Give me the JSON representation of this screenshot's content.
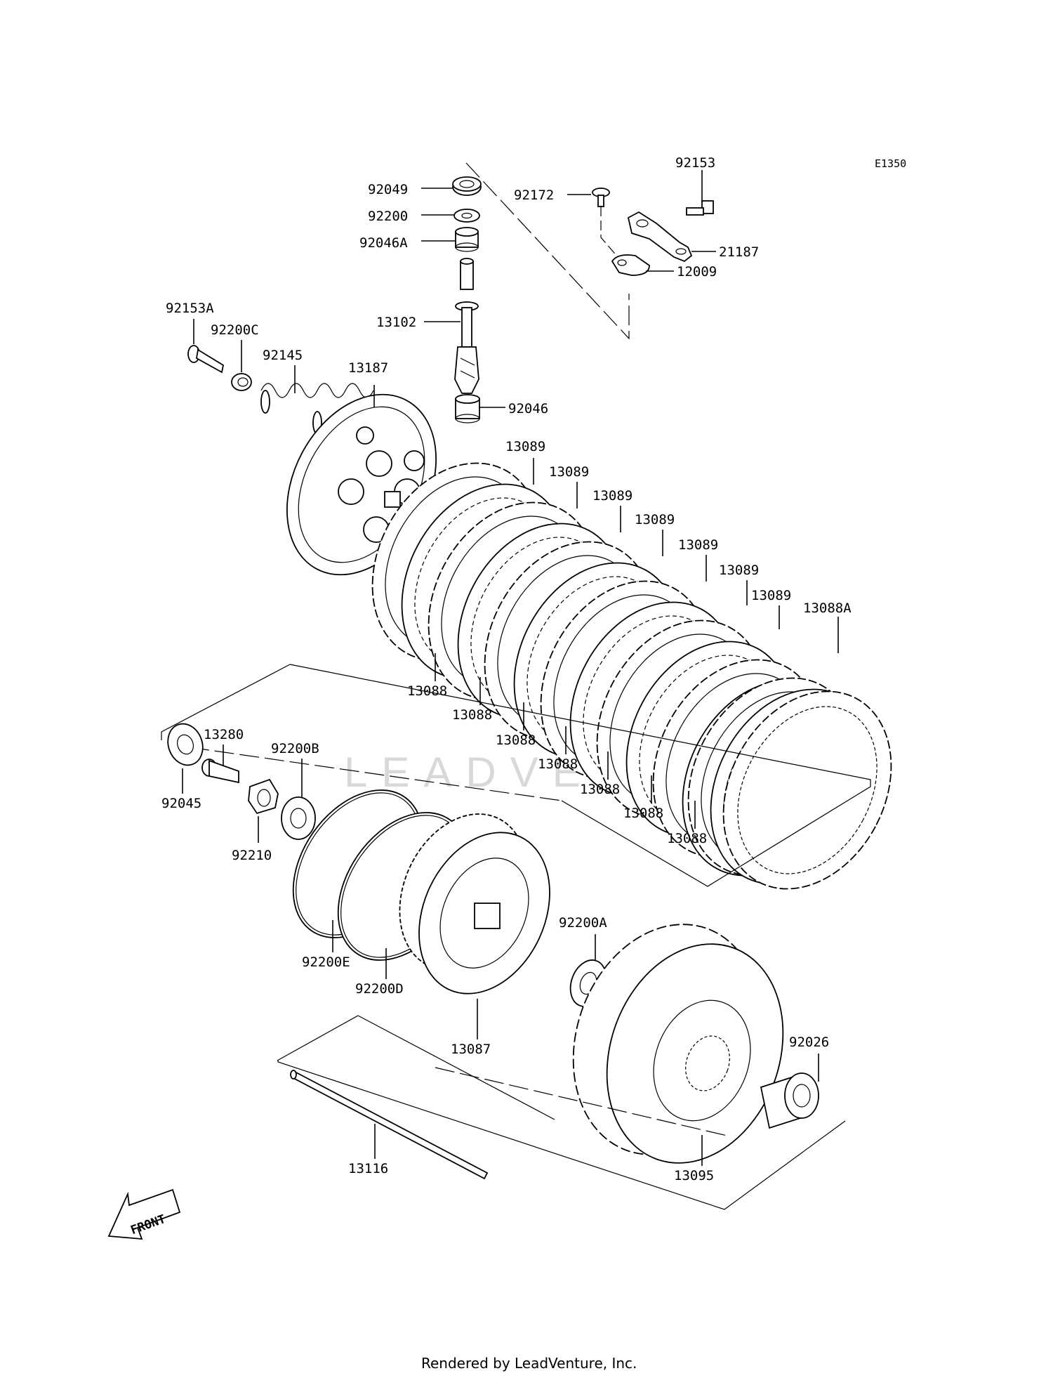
{
  "diagram_code": "E1350",
  "watermark": "LEADVENTURE",
  "footer": "Rendered by LeadVenture, Inc.",
  "front_label": "FRONT",
  "parts": {
    "p92049": "92049",
    "p92200": "92200",
    "p92046A": "92046A",
    "p13102": "13102",
    "p92046": "92046",
    "p92172": "92172",
    "p92153": "92153",
    "p21187": "21187",
    "p12009": "12009",
    "p92153A": "92153A",
    "p92200C": "92200C",
    "p92145": "92145",
    "p13187": "13187",
    "p13089": "13089",
    "p13088": "13088",
    "p13088A": "13088A",
    "p13280": "13280",
    "p92200B": "92200B",
    "p92045": "92045",
    "p92210": "92210",
    "p92200E": "92200E",
    "p92200D": "92200D",
    "p13087": "13087",
    "p92200A": "92200A",
    "p92026": "92026",
    "p13095": "13095",
    "p13116": "13116"
  }
}
